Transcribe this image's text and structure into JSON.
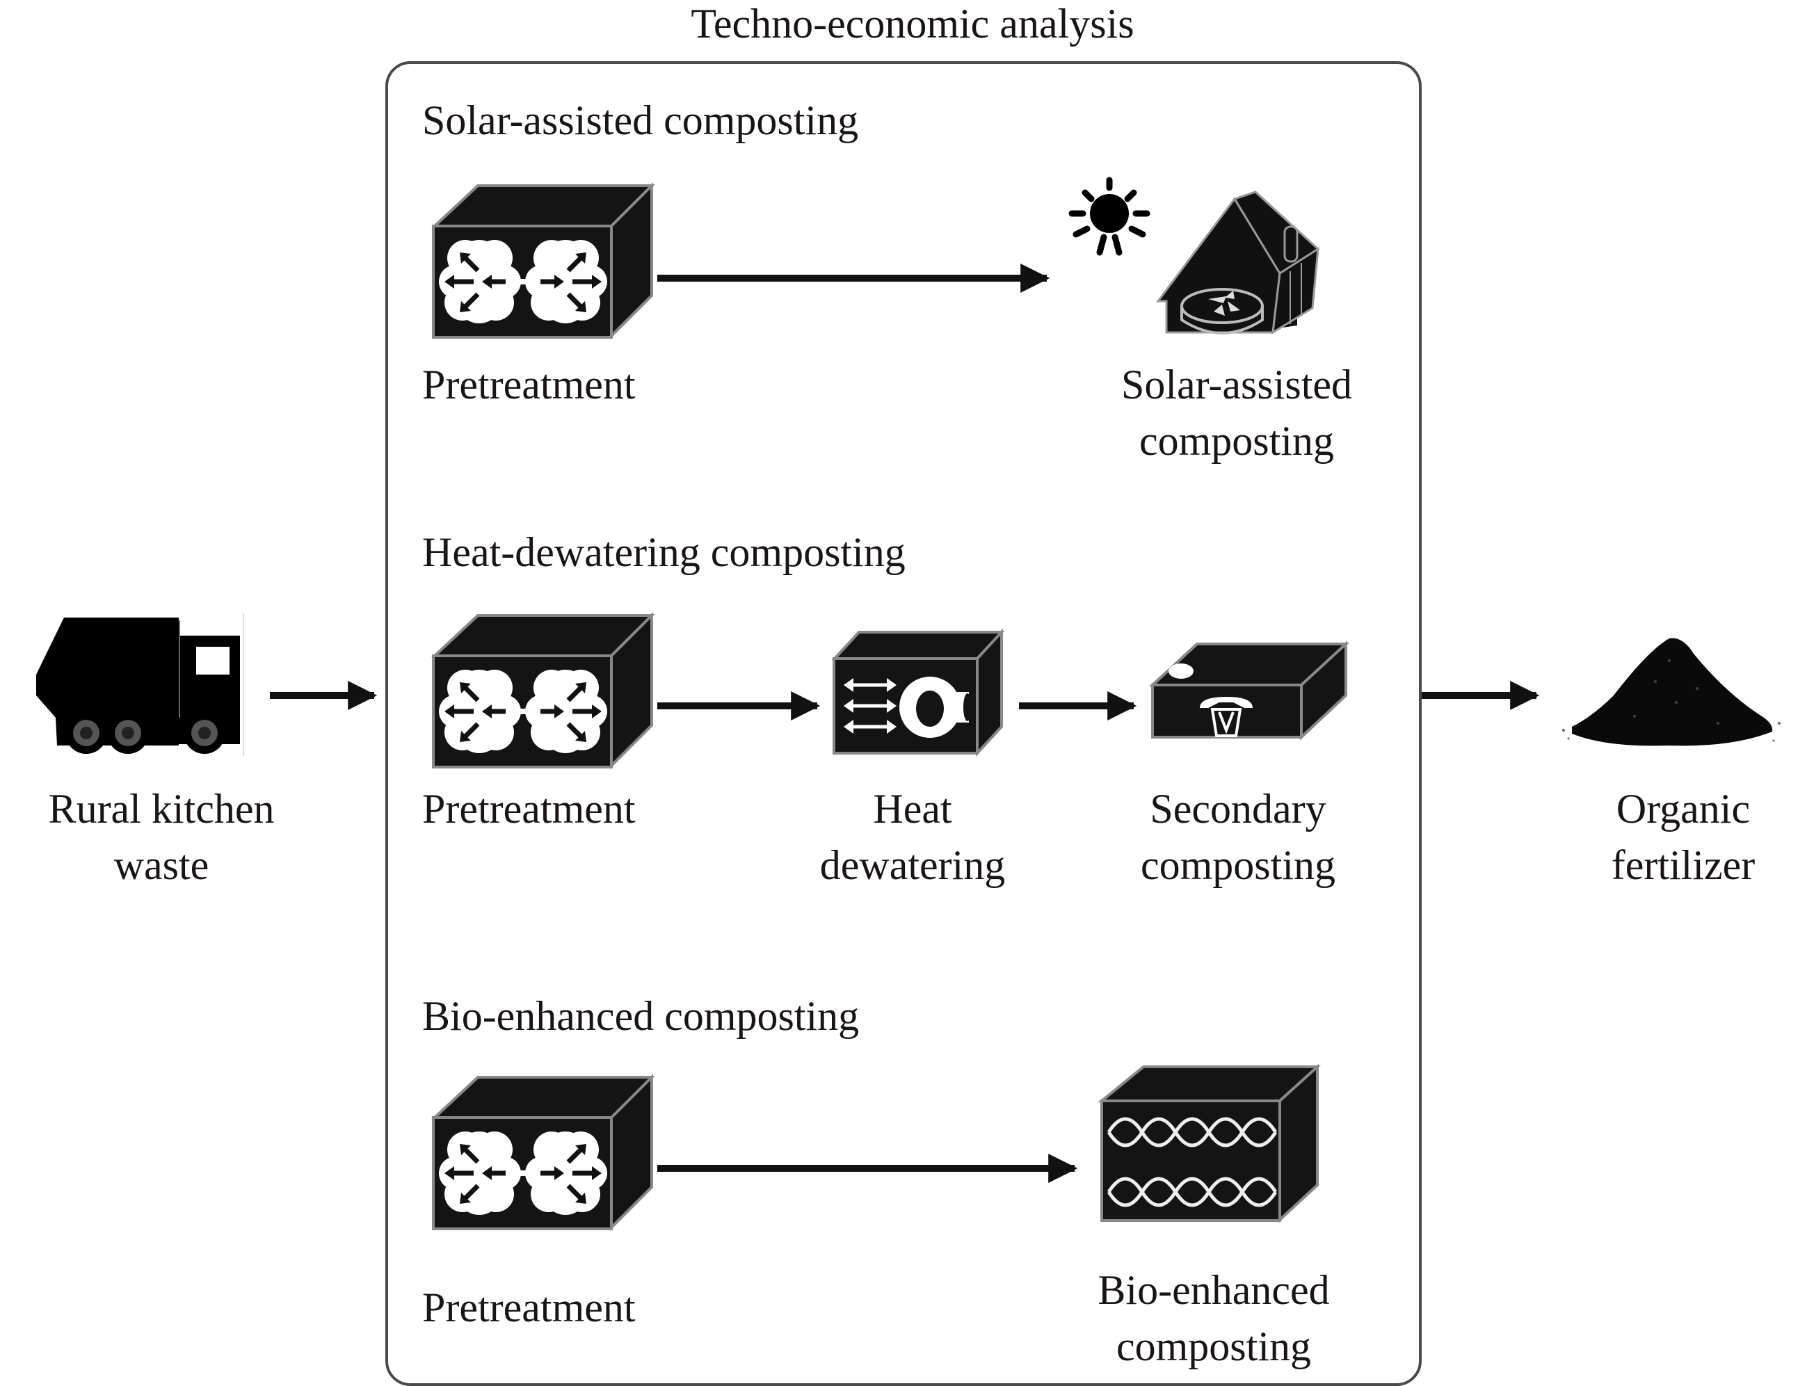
{
  "title": "Techno-economic analysis",
  "input": {
    "label_line1": "Rural kitchen",
    "label_line2": "waste",
    "icon": "garbage-truck-icon"
  },
  "output": {
    "label_line1": "Organic",
    "label_line2": "fertilizer",
    "icon": "compost-pile-icon"
  },
  "routes": [
    {
      "heading": "Solar-assisted composting",
      "steps": [
        {
          "label_line1": "Pretreatment",
          "label_line2": "",
          "icon": "pretreatment-box-icon"
        },
        {
          "label_line1": "Solar-assisted",
          "label_line2": "composting",
          "icon": "solar-house-icon"
        }
      ]
    },
    {
      "heading": "Heat-dewatering composting",
      "steps": [
        {
          "label_line1": "Pretreatment",
          "label_line2": "",
          "icon": "pretreatment-box-icon"
        },
        {
          "label_line1": "Heat",
          "label_line2": "dewatering",
          "icon": "heat-dewatering-box-icon"
        },
        {
          "label_line1": "Secondary",
          "label_line2": "composting",
          "icon": "secondary-composting-box-icon"
        }
      ]
    },
    {
      "heading": "Bio-enhanced composting",
      "steps": [
        {
          "label_line1": "Pretreatment",
          "label_line2": "",
          "icon": "pretreatment-box-icon"
        },
        {
          "label_line1": "Bio-enhanced",
          "label_line2": "composting",
          "icon": "bio-enhanced-box-icon"
        }
      ]
    }
  ],
  "colors": {
    "ink": "#111111",
    "text": "#1a1414",
    "frame": "#4a4a4a",
    "background": "#ffffff"
  }
}
